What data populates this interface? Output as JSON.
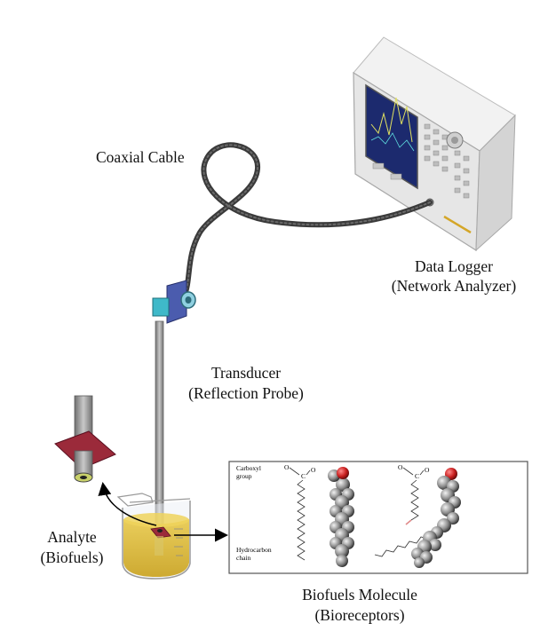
{
  "labels": {
    "coaxial_cable": "Coaxial Cable",
    "data_logger_line1": "Data Logger",
    "data_logger_line2": "(Network Analyzer)",
    "transducer_line1": "Transducer",
    "transducer_line2": "(Reflection Probe)",
    "analyte_line1": "Analyte",
    "analyte_line2": "(Biofuels)",
    "molecule_line1": "Biofuels Molecule",
    "molecule_line2": "(Bioreceptors)"
  },
  "molecule_panel": {
    "carboxyl_line1": "Carboxyl",
    "carboxyl_line2": "group",
    "hydrocarbon_line1": "Hydrocarbon",
    "hydrocarbon_line2": "chain",
    "atom_o": "O",
    "atom_c": "C"
  },
  "colors": {
    "analyzer_body": "#e6e6e6",
    "analyzer_screen": "#1c2a6e",
    "cable": "#3a3a3a",
    "probe_rod": "#9a9a9a",
    "probe_head": "#3b8fbf",
    "liquid": "#d9b52a",
    "flange": "#9b2a3a",
    "arrow": "#000000"
  }
}
